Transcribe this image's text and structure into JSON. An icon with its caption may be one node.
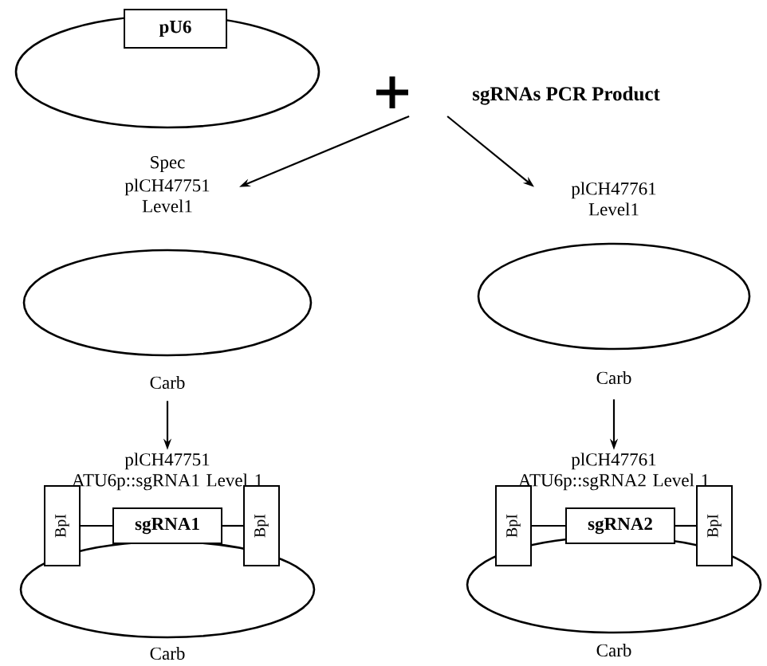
{
  "diagram": {
    "nodes": [
      {
        "text": [],
        "shape": "circle",
        "beside": [
          "Spec"
        ]
      },
      {
        "text": [
          "pU6"
        ]
      },
      {
        "text": [
          "sgRNAs PCR Product"
        ]
      },
      {
        "text": [
          "plCH47751 Level1"
        ],
        "beside": [
          "Carb"
        ]
      },
      {
        "text": [
          "plCH47761 Level1"
        ],
        "beside": [
          "Carb"
        ]
      },
      {
        "text": [
          "plCH47751 ATU6p::sgRNA1 Level 1"
        ],
        "beside": [
          "Carb"
        ]
      },
      {
        "text": [
          "BpI"
        ]
      },
      {
        "text": [
          "sgRNA1"
        ]
      },
      {
        "text": [
          "BpI"
        ]
      },
      {
        "text": [
          "plCH47761 ATU6p::sgRNA2 Level 1"
        ],
        "beside": [
          "Carb"
        ]
      },
      {
        "text": [
          "BpI"
        ]
      },
      {
        "text": [
          "sgRNA2"
        ]
      },
      {
        "text": [
          "BpI"
        ]
      }
    ],
    "edges": [
      {
        "from": 2,
        "to": 3,
        "arrow": "to"
      },
      {
        "from": 2,
        "to": 4,
        "arrow": "to"
      },
      {
        "from": 3,
        "to": 5,
        "arrow": "to"
      },
      {
        "from": 4,
        "to": 9,
        "arrow": "to"
      },
      {
        "from": 6,
        "to": 7,
        "arrow": "none"
      },
      {
        "from": 7,
        "to": 8,
        "arrow": "none"
      },
      {
        "from": 10,
        "to": 11,
        "arrow": "none"
      },
      {
        "from": 11,
        "to": 12,
        "arrow": "none"
      }
    ]
  }
}
